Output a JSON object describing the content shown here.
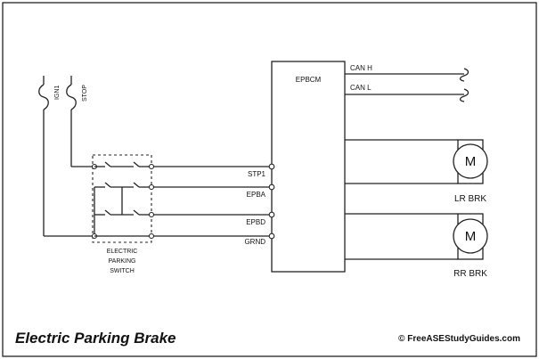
{
  "title": "Electric Parking Brake",
  "copyright": "© FreeASEStudyGuides.com",
  "fuses": {
    "ign": "IGN1",
    "stop": "STOP"
  },
  "switch": {
    "line1": "ELECTRIC",
    "line2": "PARKING",
    "line3": "SWITCH"
  },
  "module": {
    "name": "EPBCM",
    "pins": {
      "stp1": "STP1",
      "epba": "EPBA",
      "epbd": "EPBD",
      "grnd": "GRND"
    },
    "outputs": {
      "can_h": "CAN H",
      "can_l": "CAN L"
    }
  },
  "motors": {
    "left": {
      "symbol": "M",
      "label": "LR BRK"
    },
    "right": {
      "symbol": "M",
      "label": "RR BRK"
    }
  }
}
